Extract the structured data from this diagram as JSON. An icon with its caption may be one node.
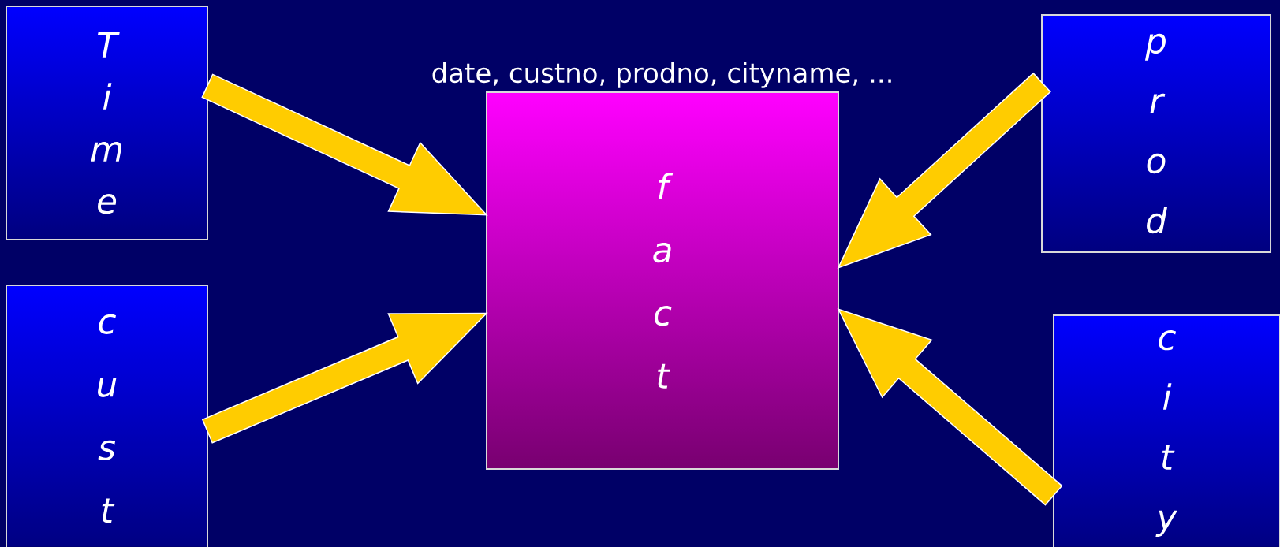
{
  "diagram": {
    "nodes": [
      {
        "text": [
          "Time"
        ]
      },
      {
        "text": [
          "cust"
        ]
      },
      {
        "text": [
          "fact"
        ],
        "beside": [
          "date, custno, prodno, cityname, ..."
        ]
      },
      {
        "text": [
          "prod"
        ]
      },
      {
        "text": [
          "city"
        ]
      }
    ],
    "edges": [
      {
        "from": 0,
        "to": 2,
        "arrow": "to"
      },
      {
        "from": 1,
        "to": 2,
        "arrow": "to"
      },
      {
        "from": 3,
        "to": 2,
        "arrow": "to"
      },
      {
        "from": 4,
        "to": 2,
        "arrow": "to"
      }
    ]
  }
}
